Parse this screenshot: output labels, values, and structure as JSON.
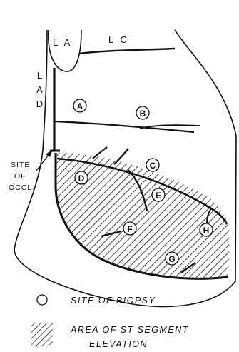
{
  "vessels": {
    "la": "L A",
    "lc": "L C",
    "lad": [
      "L",
      "A",
      "D"
    ]
  },
  "occlusion_label": [
    "SITE",
    "OF",
    "OCCL."
  ],
  "biopsy_sites": [
    "A",
    "B",
    "C",
    "D",
    "E",
    "F",
    "G",
    "H"
  ],
  "legend": {
    "biopsy": "SITE OF BIOPSY",
    "st_elevation_line1": "AREA OF ST SEGMENT",
    "st_elevation_line2": "ELEVATION"
  }
}
